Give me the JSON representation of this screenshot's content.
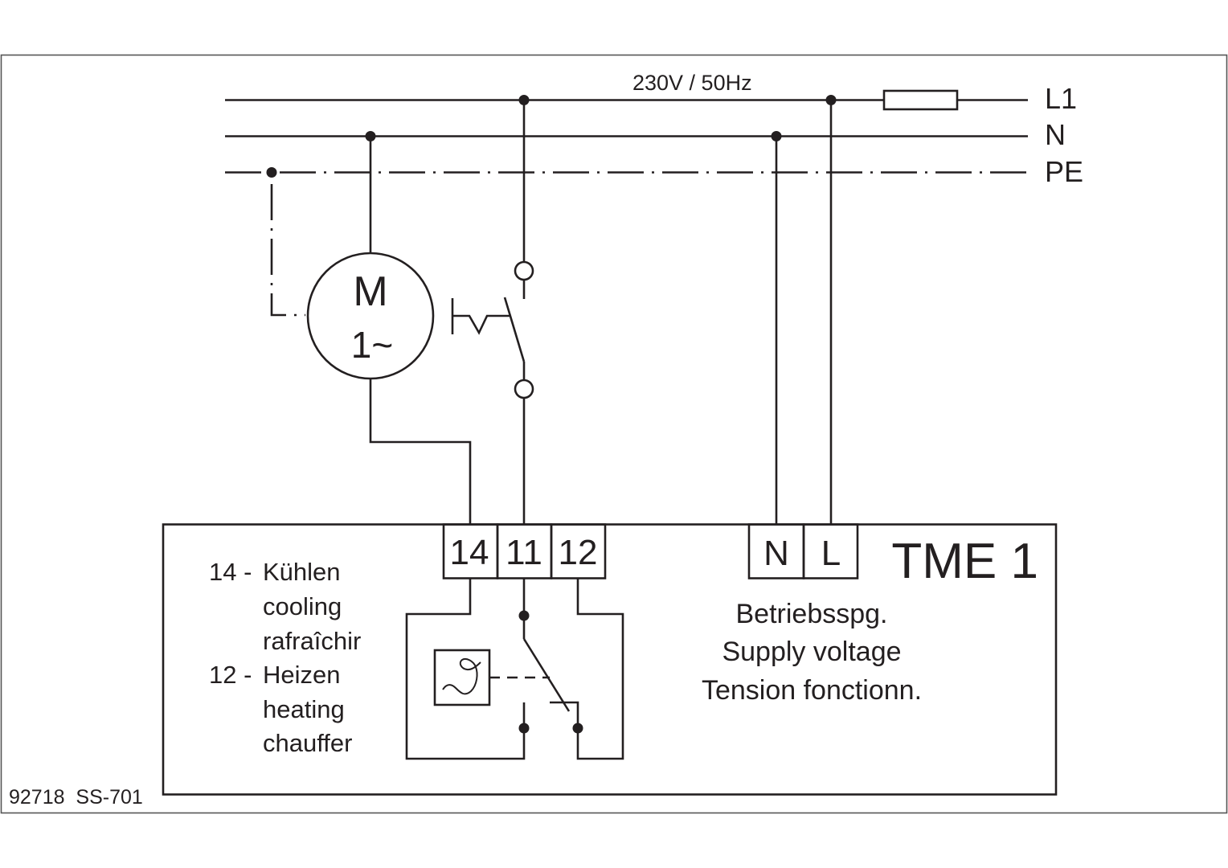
{
  "diagram": {
    "supply_label": "230V / 50Hz",
    "buses": [
      {
        "id": "L1",
        "label": "L1",
        "style": "solid",
        "fuse": true
      },
      {
        "id": "N",
        "label": "N",
        "style": "solid",
        "fuse": false
      },
      {
        "id": "PE",
        "label": "PE",
        "style": "dash-dot",
        "fuse": false
      }
    ],
    "motor": {
      "line1": "M",
      "line2": "1~",
      "description": "single-phase motor"
    },
    "manual_switch": {
      "description": "push-button switch in L1 line"
    },
    "device": {
      "name": "TME 1",
      "output_terminals": [
        "14",
        "11",
        "12"
      ],
      "supply_terminals": [
        "N",
        "L"
      ],
      "legend": [
        {
          "prefix": "14 -",
          "lines": [
            "Kühlen",
            "cooling",
            "rafraîchir"
          ]
        },
        {
          "prefix": "12 -",
          "lines": [
            "Heizen",
            "heating",
            "chauffer"
          ]
        }
      ],
      "supply_note": [
        "Betriebsspg.",
        "Supply voltage",
        "Tension fonctionn."
      ],
      "sensor_symbol": "temperature-sensor"
    },
    "footer_code": "92718  SS-701",
    "colors": {
      "ink": "#231f20",
      "frame": "#555555",
      "background": "#ffffff"
    }
  }
}
